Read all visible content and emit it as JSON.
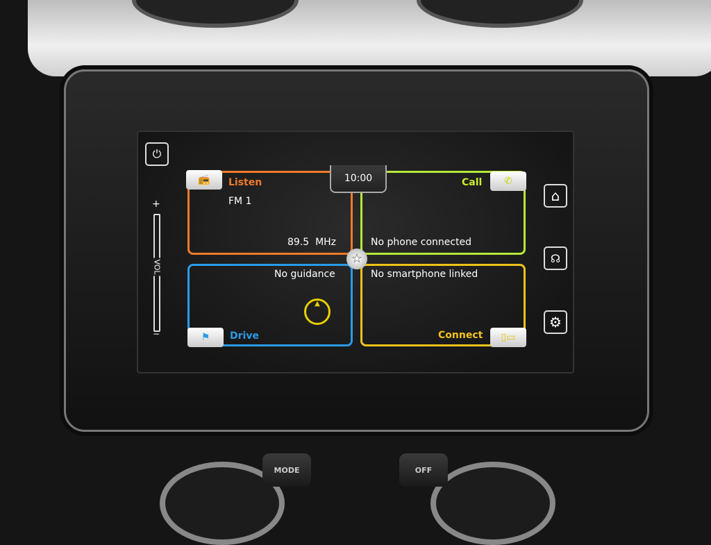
{
  "clock": "10:00",
  "tiles": {
    "listen": {
      "label": "Listen",
      "source": "FM 1",
      "frequency": "89.5  MHz",
      "color": "#f07a2a"
    },
    "call": {
      "label": "Call",
      "status": "No phone connected",
      "color": "#b5e83a"
    },
    "drive": {
      "label": "Drive",
      "status": "No guidance",
      "color": "#2a9be8"
    },
    "connect": {
      "label": "Connect",
      "status": "No smartphone linked",
      "color": "#f0c21a"
    }
  },
  "volume": {
    "label": "VOL",
    "plus": "+",
    "minus": "−"
  },
  "hardware": {
    "mode": "MODE",
    "off": "OFF"
  }
}
